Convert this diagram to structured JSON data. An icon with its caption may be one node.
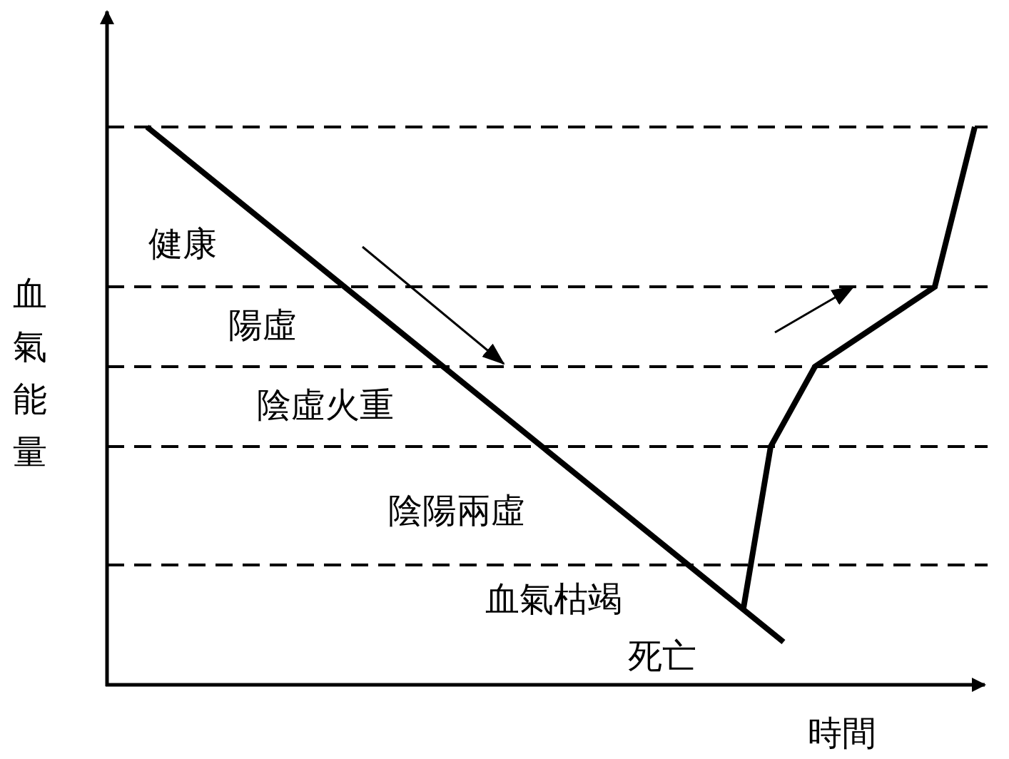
{
  "diagram": {
    "labels": [
      "血氣能量",
      "健康",
      "陽虛",
      "陰虛火重",
      "陰陽兩虛",
      "血氣枯竭",
      "死亡",
      "時間"
    ]
  }
}
